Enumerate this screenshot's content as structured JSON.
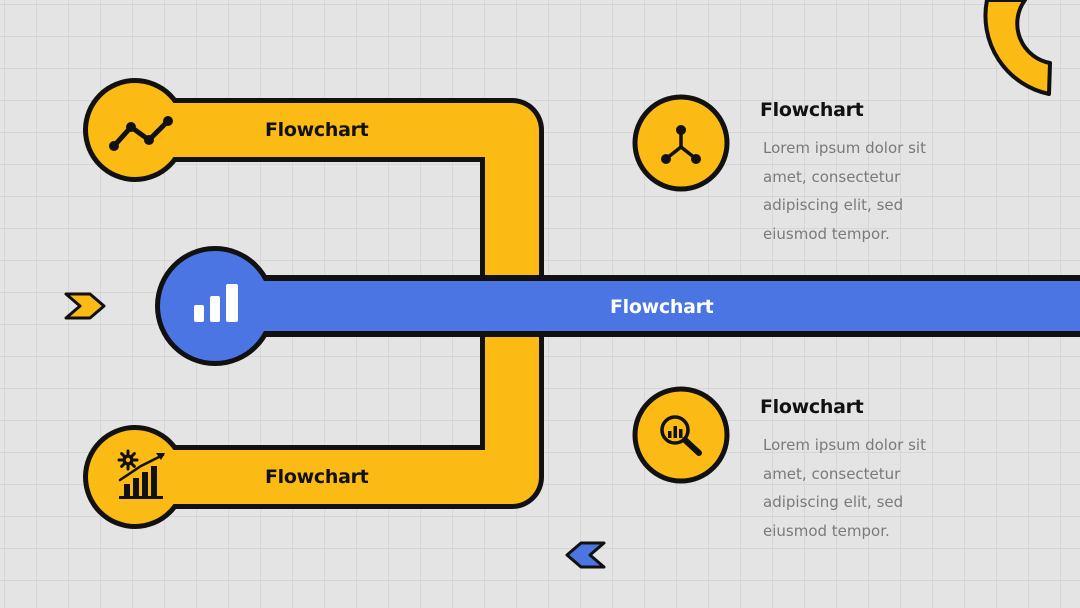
{
  "colors": {
    "accent_yellow": "#FBBA14",
    "accent_blue": "#4A75E3",
    "outline": "#111111",
    "background": "#E4E4E4",
    "body_text": "#7A7A7A"
  },
  "pipes": [
    {
      "label": "Flowchart",
      "icon": "line-chart-icon"
    },
    {
      "label": "Flowchart",
      "icon": "bar-chart-icon"
    },
    {
      "label": "Flowchart",
      "icon": "growth-chart-gear-icon"
    }
  ],
  "side_items": [
    {
      "title": "Flowchart",
      "text": "Lorem ipsum dolor sit amet, consectetur adipiscing elit, sed eiusmod tempor.",
      "icon": "network-nodes-icon"
    },
    {
      "title": "Flowchart",
      "text": "Lorem ipsum dolor sit amet, consectetur adipiscing elit, sed eiusmod tempor.",
      "icon": "magnifier-chart-icon"
    }
  ],
  "decorations": {
    "left_arrow_icon": "chevron-right-icon",
    "bottom_arrow_icon": "chevron-left-icon",
    "corner_shape": "half-ring"
  }
}
